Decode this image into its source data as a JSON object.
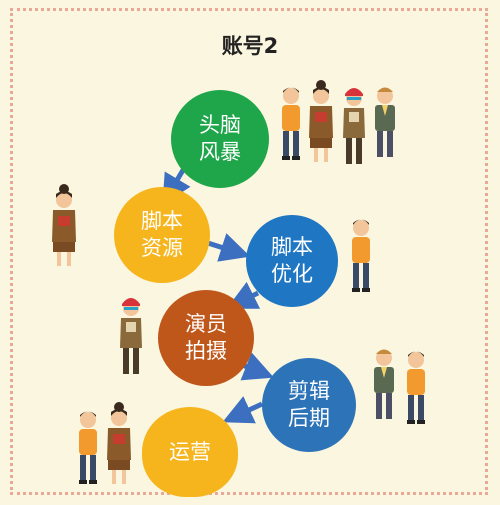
{
  "title": "账号2",
  "steps": [
    {
      "label": "头脑\n风暴",
      "color": "#1fa64a"
    },
    {
      "label": "脚本\n资源",
      "color": "#f6b51c"
    },
    {
      "label": "脚本\n优化",
      "color": "#1f76c2"
    },
    {
      "label": "演员\n拍摄",
      "color": "#c0571a"
    },
    {
      "label": "剪辑\n后期",
      "color": "#2d73b8"
    },
    {
      "label": "运营",
      "color": "#f6b51c"
    }
  ],
  "arrow_color": "#3d6fc0",
  "frame_color": "#e9a898",
  "background_color": "#fbf6e0"
}
